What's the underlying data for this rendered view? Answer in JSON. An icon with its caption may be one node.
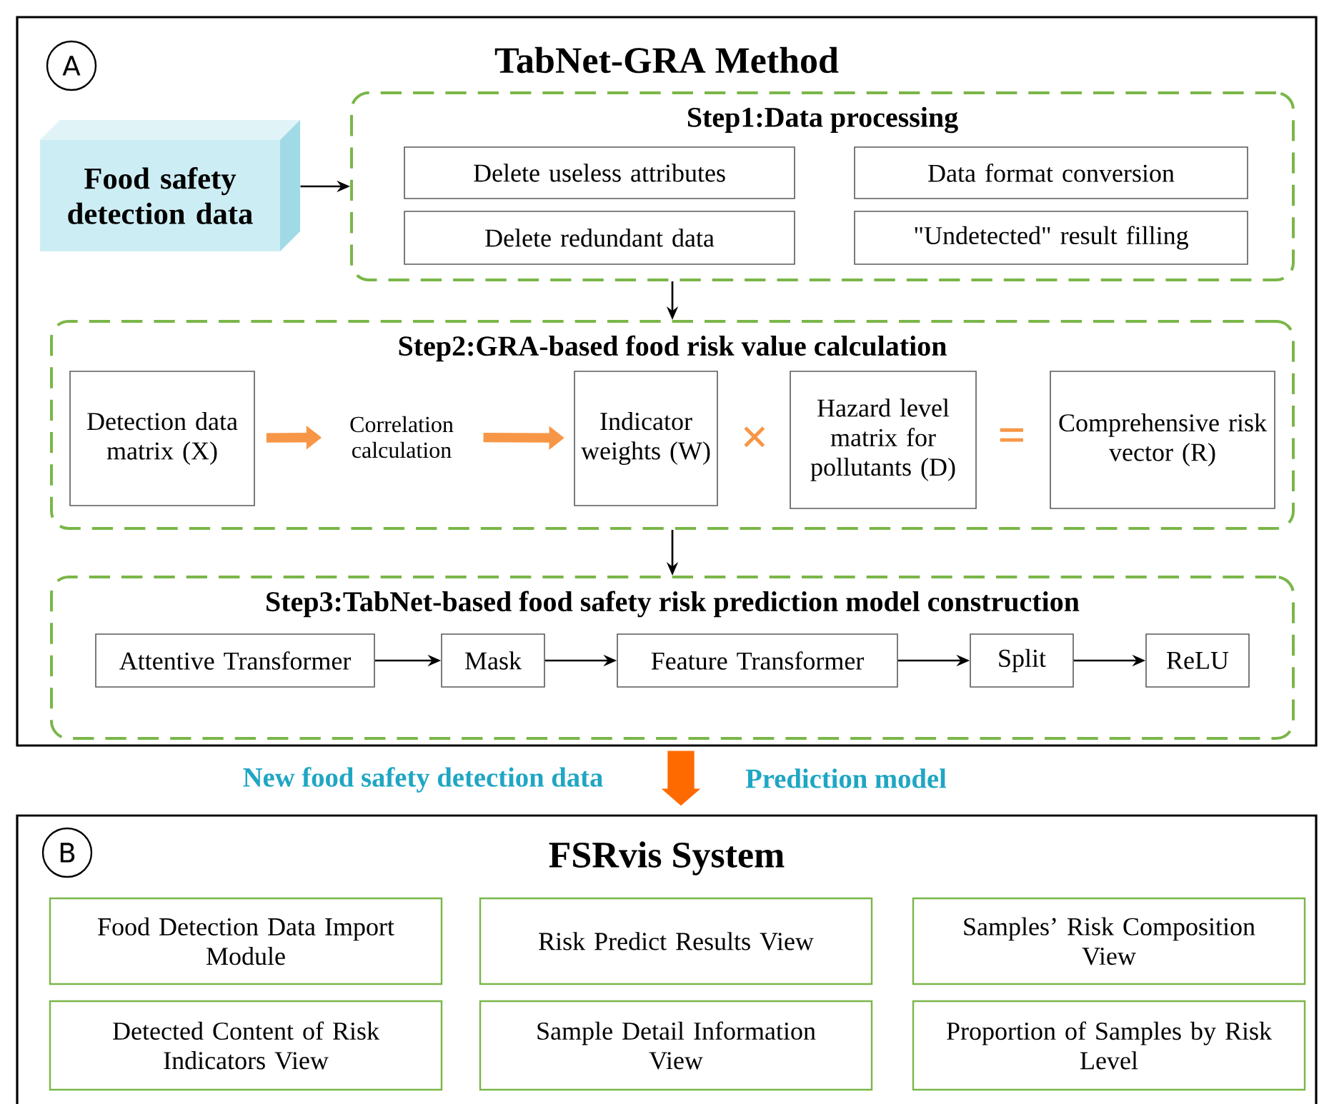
{
  "diagram": {
    "nodes": [
      {
        "text": [
          "TabNet-GRA Method"
        ]
      },
      {
        "text": [
          "A"
        ],
        "in": 0
      },
      {
        "text": [
          "Food safety detection data"
        ],
        "in": 0
      },
      {
        "text": [
          "Step1:Data processing"
        ],
        "in": 0
      },
      {
        "text": [
          "Delete useless attributes"
        ],
        "in": 3
      },
      {
        "text": [
          "Data format conversion"
        ],
        "in": 3
      },
      {
        "text": [
          "Delete redundant data"
        ],
        "in": 3
      },
      {
        "text": [
          "\"Undetected\" result filling"
        ],
        "in": 3
      },
      {
        "text": [
          "Step2:GRA-based food risk value calculation"
        ],
        "in": 0
      },
      {
        "text": [
          "Detection data matrix (X)"
        ],
        "in": 8
      },
      {
        "text": [
          "Correlation calculation"
        ],
        "in": 8
      },
      {
        "text": [
          "Indicator weights (W)"
        ],
        "in": 8
      },
      {
        "text": [
          "Hazard level matrix for pollutants (D)"
        ],
        "in": 8
      },
      {
        "text": [
          "Comprehensive risk vector (R)"
        ],
        "in": 8
      },
      {
        "text": [
          "Step3:TabNet-based food safety risk prediction model construction"
        ],
        "in": 0
      },
      {
        "text": [
          "Attentive Transformer"
        ],
        "in": 14
      },
      {
        "text": [
          "Mask"
        ],
        "in": 14
      },
      {
        "text": [
          "Feature Transformer"
        ],
        "in": 14
      },
      {
        "text": [
          "Split"
        ],
        "in": 14
      },
      {
        "text": [
          "ReLU"
        ],
        "in": 14
      },
      {
        "text": [
          "FSRvis System"
        ]
      },
      {
        "text": [
          "B"
        ],
        "in": 20
      },
      {
        "text": [
          "Food Detection Data Import Module"
        ],
        "in": 20
      },
      {
        "text": [
          "Risk Predict Results View"
        ],
        "in": 20
      },
      {
        "text": [
          "Samples’ Risk Composition View"
        ],
        "in": 20
      },
      {
        "text": [
          "Detected Content of Risk Indicators View"
        ],
        "in": 20
      },
      {
        "text": [
          "Sample Detail Information View"
        ],
        "in": 20
      },
      {
        "text": [
          "Proportion of Samples by Risk Level"
        ],
        "in": 20
      }
    ],
    "edges": [
      {
        "from": 2,
        "to": 3,
        "arrow": "to"
      },
      {
        "from": 3,
        "to": 8,
        "arrow": "to"
      },
      {
        "from": 8,
        "to": 14,
        "arrow": "to"
      },
      {
        "from": 9,
        "to": 10,
        "arrow": "to",
        "style": "thick",
        "color": "#f79646"
      },
      {
        "from": 10,
        "to": 11,
        "arrow": "to",
        "style": "thick",
        "color": "#f79646"
      },
      {
        "from": 15,
        "to": 16,
        "arrow": "to"
      },
      {
        "from": 16,
        "to": 17,
        "arrow": "to"
      },
      {
        "from": 17,
        "to": 18,
        "arrow": "to"
      },
      {
        "from": 18,
        "to": 19,
        "arrow": "to"
      },
      {
        "from": 0,
        "to": 20,
        "arrow": "to",
        "style": "thick",
        "color": "#ff6a00"
      }
    ],
    "labels": [
      "×",
      "=",
      "New food safety detection data",
      "Prediction model"
    ]
  }
}
